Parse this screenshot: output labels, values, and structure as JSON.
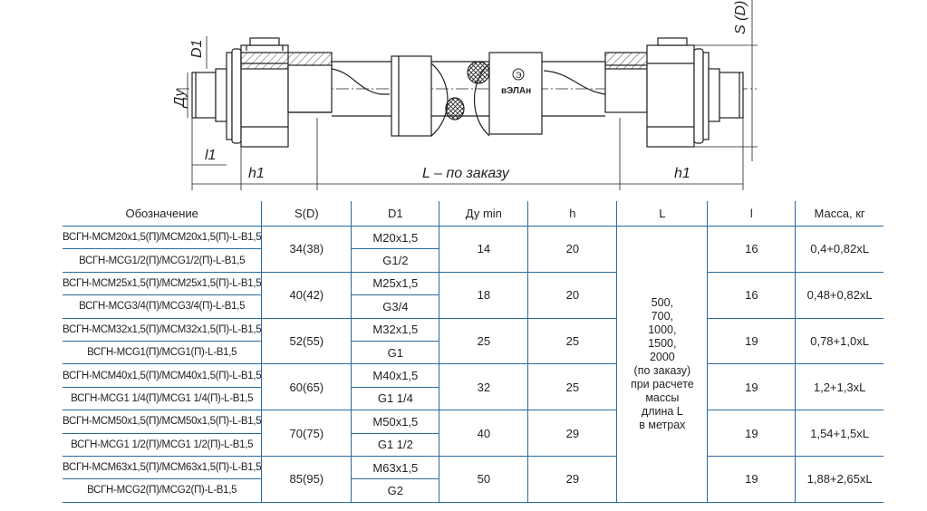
{
  "drawing": {
    "labels": {
      "s_d": "S (D)",
      "d1": "D1",
      "du": "Ду",
      "l1": "l1",
      "h1_left": "h1",
      "h1_right": "h1",
      "l_order": "L  – по заказу"
    },
    "logo_text": "вЭЛАн"
  },
  "table": {
    "headers": [
      "Обозначение",
      "S(D)",
      "D1",
      "Ду min",
      "h",
      "L",
      "l",
      "Масса, кг"
    ],
    "groups": [
      {
        "names": [
          "ВСГН-МСМ20х1,5(П)/МСМ20х1,5(П)-L-B1,5",
          "ВСГН-МСG1/2(П)/МСG1/2(П)-L-B1,5"
        ],
        "s": "34(38)",
        "d1": [
          "M20x1,5",
          "G1/2"
        ],
        "du": "14",
        "h": "20",
        "l": "16",
        "mass": "0,4+0,82xL"
      },
      {
        "names": [
          "ВСГН-МСМ25х1,5(П)/МСМ25х1,5(П)-L-B1,5",
          "ВСГН-МСG3/4(П)/МСG3/4(П)-L-B1,5"
        ],
        "s": "40(42)",
        "d1": [
          "M25x1,5",
          "G3/4"
        ],
        "du": "18",
        "h": "20",
        "l": "16",
        "mass": "0,48+0,82xL"
      },
      {
        "names": [
          "ВСГН-МСМ32х1,5(П)/МСМ32х1,5(П)-L-B1,5",
          "ВСГН-МСG1(П)/МСG1(П)-L-B1,5"
        ],
        "s": "52(55)",
        "d1": [
          "M32x1,5",
          "G1"
        ],
        "du": "25",
        "h": "25",
        "l": "19",
        "mass": "0,78+1,0xL"
      },
      {
        "names": [
          "ВСГН-МСМ40х1,5(П)/МСМ40х1,5(П)-L-B1,5",
          "ВСГН-МСG1 1/4(П)/МСG1 1/4(П)-L-B1,5"
        ],
        "s": "60(65)",
        "d1": [
          "M40x1,5",
          "G1 1/4"
        ],
        "du": "32",
        "h": "25",
        "l": "19",
        "mass": "1,2+1,3xL"
      },
      {
        "names": [
          "ВСГН-МСМ50х1,5(П)/МСМ50х1,5(П)-L-B1,5",
          "ВСГН-МСG1 1/2(П)/МСG1 1/2(П)-L-B1,5"
        ],
        "s": "70(75)",
        "d1": [
          "M50x1,5",
          "G1 1/2"
        ],
        "du": "40",
        "h": "29",
        "l": "19",
        "mass": "1,54+1,5xL"
      },
      {
        "names": [
          "ВСГН-МСМ63х1,5(П)/МСМ63х1,5(П)-L-B1,5",
          "ВСГН-МСG2(П)/МСG2(П)-L-B1,5"
        ],
        "s": "85(95)",
        "d1": [
          "M63x1,5",
          "G2"
        ],
        "du": "50",
        "h": "29",
        "l": "19",
        "mass": "1,88+2,65xL"
      }
    ],
    "l_note": [
      "500,",
      "700,",
      "1000,",
      "1500,",
      "2000",
      "(по заказу)",
      "при расчете",
      "массы",
      "длина L",
      "в метрах"
    ]
  }
}
